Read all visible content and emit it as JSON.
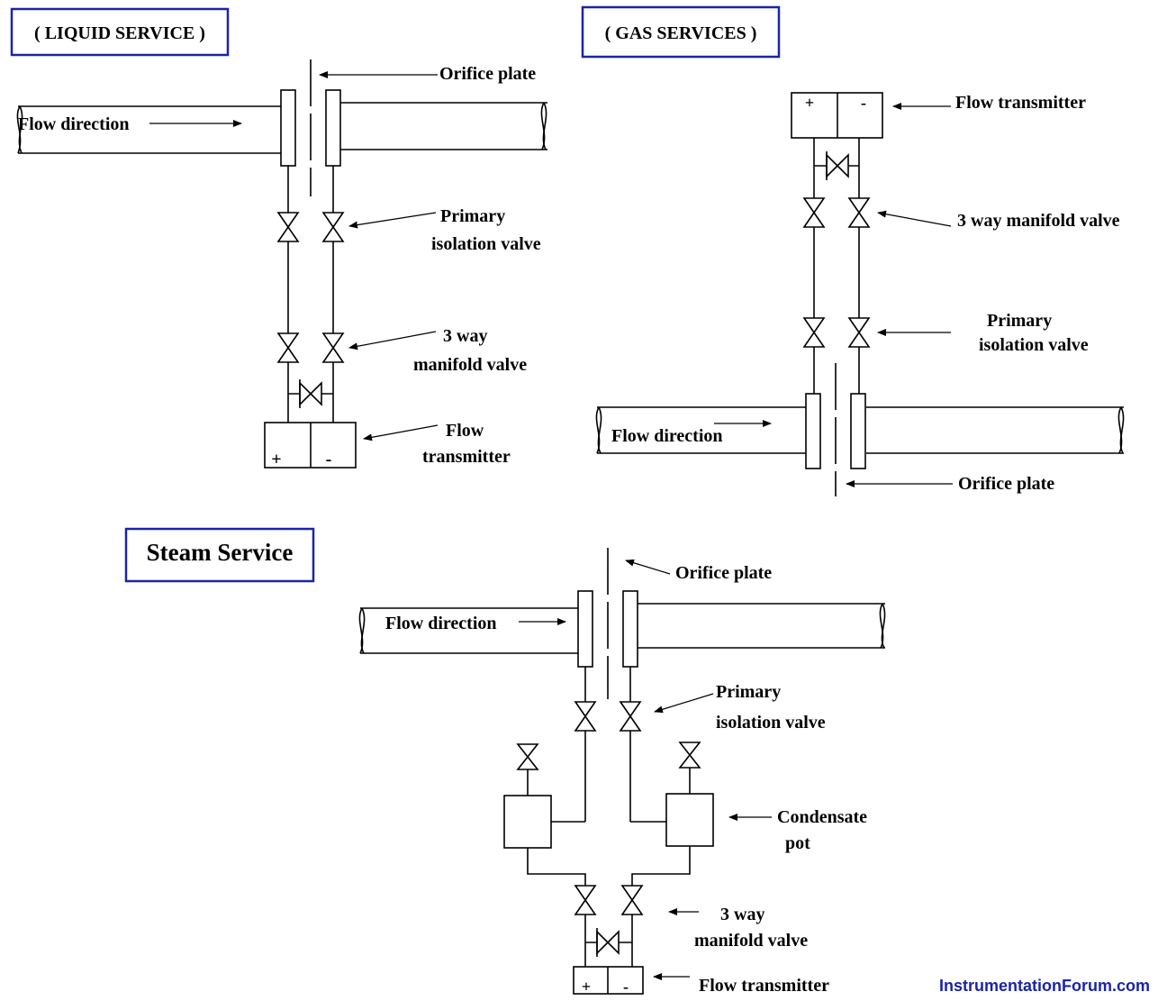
{
  "colors": {
    "title_box_border": "#1a24a8",
    "footer_text": "#1a24a8",
    "lines": "#000000"
  },
  "liquid": {
    "title": "( LIQUID SERVICE )",
    "orifice_label": "Orifice plate",
    "flow_label": "Flow direction",
    "primary_label_1": "Primary",
    "primary_label_2": "isolation valve",
    "manifold_label_1": "3 way",
    "manifold_label_2": "manifold valve",
    "transmitter_label_1": "Flow",
    "transmitter_label_2": "transmitter",
    "plus": "+",
    "minus": "-"
  },
  "gas": {
    "title": "( GAS SERVICES )",
    "transmitter_label": "Flow transmitter",
    "manifold_label": "3 way manifold valve",
    "primary_label_1": "Primary",
    "primary_label_2": "isolation valve",
    "flow_label": "Flow direction",
    "orifice_label": "Orifice plate",
    "plus": "+",
    "minus": "-"
  },
  "steam": {
    "title": "Steam Service",
    "orifice_label": "Orifice plate",
    "flow_label": "Flow direction",
    "primary_label_1": "Primary",
    "primary_label_2": "isolation valve",
    "condensate_label_1": "Condensate",
    "condensate_label_2": "pot",
    "manifold_label_1": "3 way",
    "manifold_label_2": "manifold valve",
    "transmitter_label": "Flow transmitter",
    "plus": "+",
    "minus": "-"
  },
  "footer": {
    "site": "InstrumentationForum.com"
  }
}
